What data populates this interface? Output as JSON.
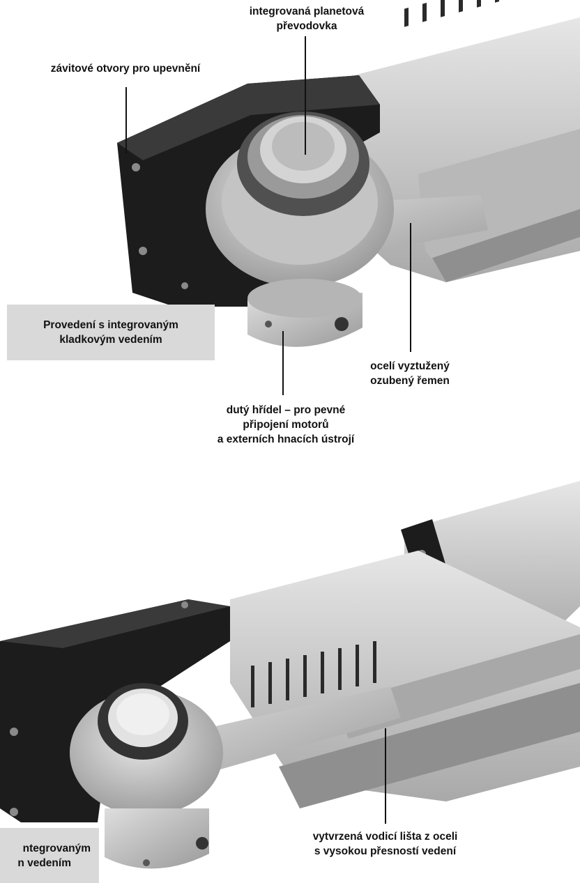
{
  "top_diagram": {
    "callout_gearbox": [
      "integrovaná planetová",
      "převodovka"
    ],
    "callout_threaded_holes": "závitové otvory pro upevnění",
    "variant_box": [
      "Provedení s integrovaným",
      "kladkovým vedením"
    ],
    "callout_belt": [
      "ocelí vyztužený",
      "ozubený řemen"
    ],
    "callout_hollow_shaft": [
      "dutý hřídel – pro pevné",
      "připojení motorů",
      "a externích hnacích ústrojí"
    ]
  },
  "bottom_diagram": {
    "callout_guide_rail": [
      "vytvrzená vodicí lišta z oceli",
      "s vysokou přesností vedení"
    ],
    "variant_box_partial": [
      "ntegrovaným",
      "n vedením"
    ]
  },
  "colors": {
    "background": "#ffffff",
    "label_box": "#d9d9d9",
    "anodized_black": "#1c1c1c",
    "aluminium": "#c9c9c9"
  }
}
